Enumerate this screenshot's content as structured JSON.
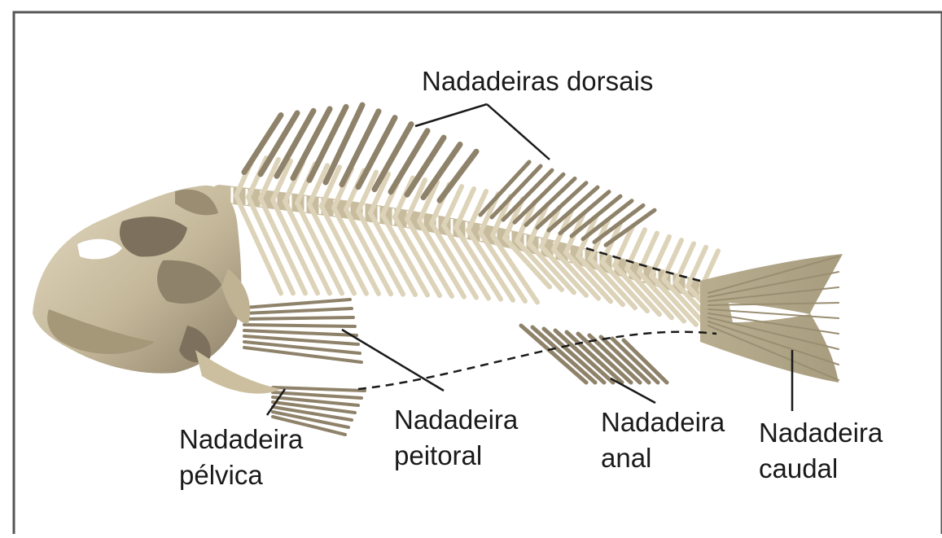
{
  "colors": {
    "bone": "#c8bc9e",
    "bone_light": "#ddd3b9",
    "bone_dark": "#8f826a",
    "bone_shadow": "#6e6452",
    "leader": "#1a1a1a",
    "frame": "#555555"
  },
  "labels": {
    "dorsal": "Nadadeiras dorsais",
    "pelvic_1": "Nadadeira",
    "pelvic_2": "pélvica",
    "pectoral_1": "Nadadeira",
    "pectoral_2": "peitoral",
    "anal_1": "Nadadeira",
    "anal_2": "anal",
    "caudal_1": "Nadadeira",
    "caudal_2": "caudal"
  }
}
